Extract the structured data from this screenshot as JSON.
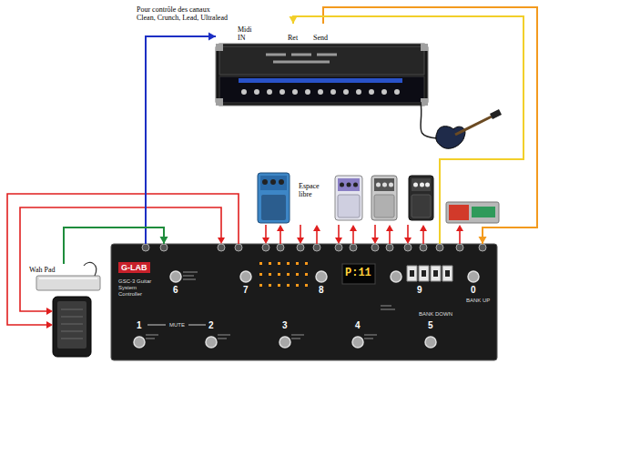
{
  "diagram": {
    "nodes": [
      {
        "text": [
          "Midi IN",
          "Ret",
          "Send"
        ]
      },
      {
        "text": [
          "Wah Pad"
        ]
      },
      {
        "text": [
          "G-LAB",
          "GSC-3 Guitar System Controller",
          "6",
          "7",
          "8",
          "P:11",
          "9",
          "0",
          "BANK UP",
          "MUTE",
          "1",
          "2",
          "3",
          "4",
          "BANK DOWN",
          "5"
        ]
      }
    ],
    "edges": [
      {
        "from": 2,
        "to": 0,
        "arrow": "to"
      },
      {
        "from": 0,
        "to": 2,
        "arrow": "to"
      },
      {
        "from": 2,
        "to": 0,
        "arrow": "to"
      },
      {
        "from": 1,
        "to": 2,
        "arrow": "to"
      }
    ],
    "labels": [
      "Pour contrôle des canaux Clean, Crunch, Lead, Ultralead",
      "Espace libre"
    ]
  }
}
